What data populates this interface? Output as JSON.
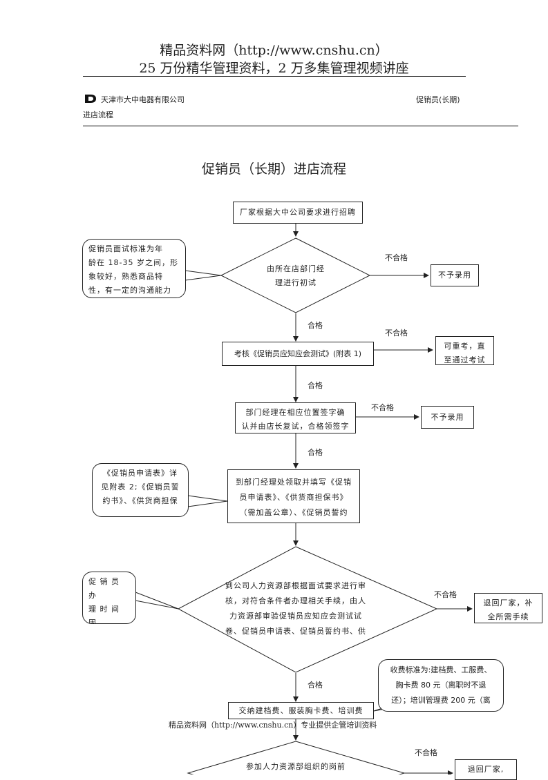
{
  "header": {
    "line1": "精品资料网（http://www.cnshu.cn）",
    "line2": "25 万份精华管理资料，2 万多集管理视频讲座"
  },
  "company": {
    "name": "天津市大中电器有限公司",
    "doc_type": "促销员(长期)",
    "doc_name": "进店流程"
  },
  "page_title": "促销员（长期）进店流程",
  "flow": {
    "step1": "厂家根据大中公司要求进行招聘",
    "diamond1": "由所在店部门经\n理进行初试",
    "reject1": "不予录用",
    "step2": "考核《促销员应知应会测试》(附表 1)",
    "retest": "可重考，直\n至通过考试",
    "step3": "部门经理在相应位置签字确\n认并由店长复试，合格领签字",
    "reject3": "不予录用",
    "step4": "到部门经理处领取并填写《促销\n员申请表》、《供货商担保书》\n（需加盖公章）、《促销员誓约",
    "diamond2": "到公司人力资源部根据面试要求进行审\n核，对符合条件者办理相关手续，由人\n力资源部审验促销员应知应会测试试\n卷、促销员申请表、促销员誓约书、供",
    "return2": "退回厂家，补\n全所需手续",
    "step5": "交纳建档费、服装胸卡费、培训费",
    "diamond3": "参加人力资源部组织的岗前",
    "return3": "退回厂家,"
  },
  "callouts": {
    "c1": "促销员面试标准为年\n龄在 18-35 岁之间，形\n象较好，熟悉商品特\n性，有一定的沟通能力",
    "c2": "《促销员申请表》详\n见附表 2;《促销员誓\n约书》、《供货商担保",
    "c3": "促 销 员 办\n理 时 间 固\n定 为 每 周",
    "c4": "收费标准为:建档费、工服费、\n胸卡费 80 元（离职时不退\n还）；培训管理费 200 元（离"
  },
  "labels": {
    "fail": "不合格",
    "pass": "合格"
  },
  "footer": "精品资料网（http://www.cnshu.cn）专业提供企管培训资料"
}
